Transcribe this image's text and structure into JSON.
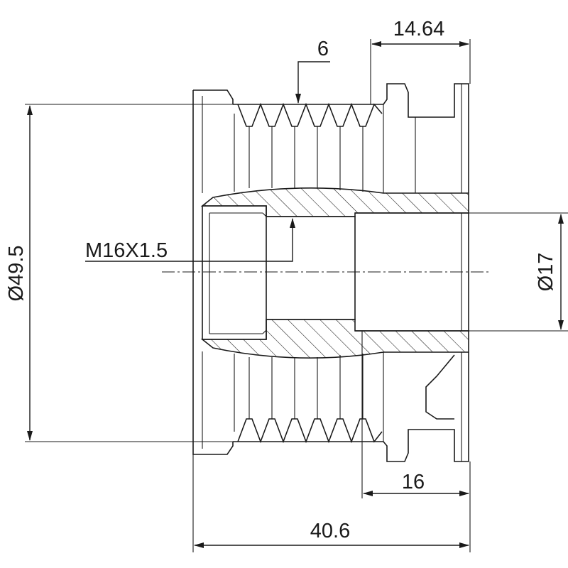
{
  "drawing": {
    "dimensions": {
      "outer_diameter": "Ø49.5",
      "bore_diameter": "Ø17",
      "thread": "M16X1.5",
      "groove_count": "6",
      "hub_width": "14.64",
      "bore_length": "16",
      "overall_length": "40.6"
    },
    "colors": {
      "line": "#1a1a1a",
      "background": "#ffffff"
    }
  }
}
